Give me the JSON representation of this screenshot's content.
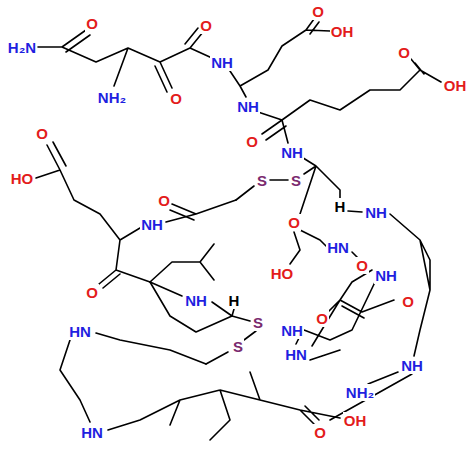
{
  "diagram": {
    "labels": [
      "O",
      "OH",
      "O",
      "O",
      "H₂N",
      "NH",
      "NH₂",
      "O",
      "O",
      "OH",
      "NH",
      "O",
      "NH",
      "O",
      "HO",
      "S",
      "S",
      "O",
      "NH",
      "H",
      "NH",
      "O",
      "HN",
      "O",
      "HO",
      "NH",
      "O",
      "O",
      "NH",
      "H",
      "S",
      "S",
      "HN",
      "O",
      "NH",
      "HN",
      "NH",
      "NH₂",
      "HN",
      "O",
      "OH"
    ]
  }
}
